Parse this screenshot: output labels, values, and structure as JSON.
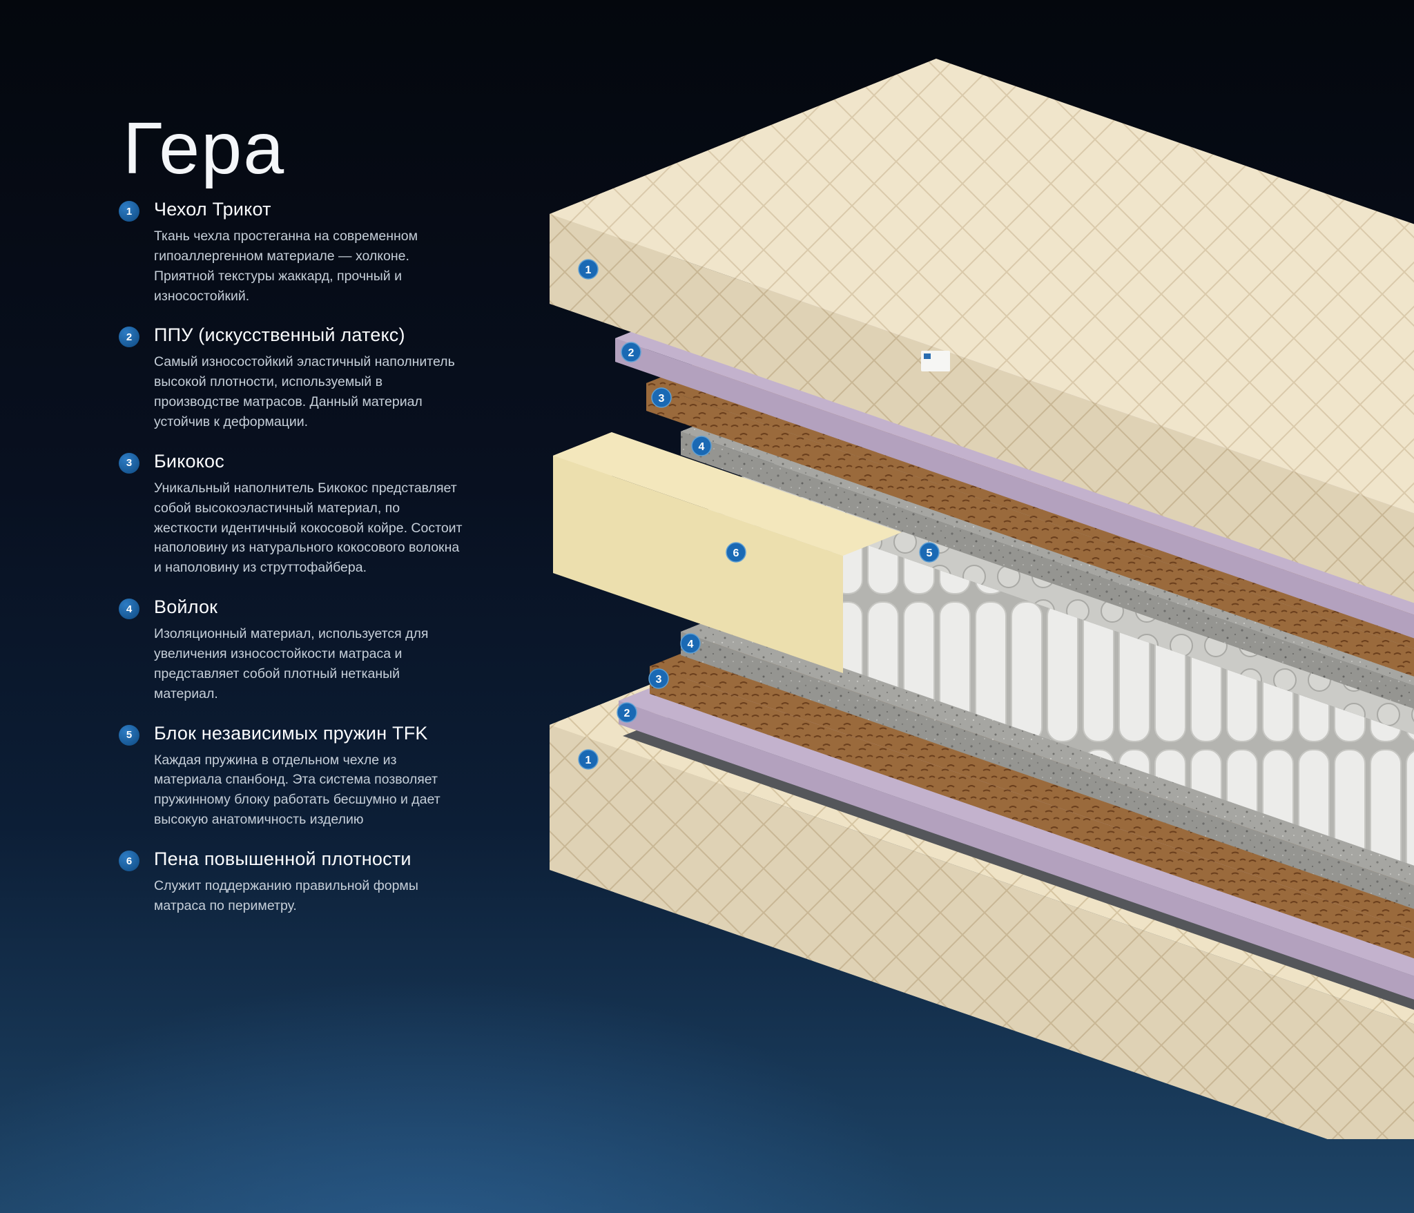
{
  "title": "Гера",
  "colors": {
    "background_top": "#070c16",
    "background_bottom": "#1e4568",
    "accent_badge": "#1a69b4",
    "badge_text": "#ffffff",
    "cover": "#efe3c6",
    "ppu": "#c3b2cd",
    "bicocos": "#9a6a3c",
    "felt": "#a6a6a2",
    "springs": "#dedede",
    "foam": "#ecdfae"
  },
  "legend": {
    "items": [
      {
        "number": "1",
        "title": "Чехол Трикот",
        "description": "Ткань чехла простеганна на современном гипоаллергенном материале — холконе. Приятной текстуры жаккард, прочный и износостойкий."
      },
      {
        "number": "2",
        "title": "ППУ (искусственный латекс)",
        "description": "Самый износостойкий эластичный наполнитель высокой плотности, используемый в производстве матрасов. Данный материал устойчив к деформации."
      },
      {
        "number": "3",
        "title": "Бикокос",
        "description": "Уникальный наполнитель Бикокос представляет собой высокоэластичный материал, по жесткости идентичный кокосовой койре. Состоит наполовину из натурального кокосового волокна и наполовину из струттофайбера."
      },
      {
        "number": "4",
        "title": "Войлок",
        "description": "Изоляционный материал, используется для увеличения износостойкости матраса и представляет собой плотный нетканый материал."
      },
      {
        "number": "5",
        "title": "Блок независимых пружин TFK",
        "description": "Каждая пружина в отдельном чехле из материала спанбонд. Эта система позволяет пружинному блоку работать бесшумно и дает высокую анатомичность изделию"
      },
      {
        "number": "6",
        "title": "Пена повышенной плотности",
        "description": "Служит поддержанию правильной формы матраса по периметру."
      }
    ]
  },
  "diagram": {
    "badge_labels": [
      "1",
      "2",
      "3",
      "4",
      "5",
      "6",
      "4",
      "3",
      "2",
      "1"
    ]
  }
}
